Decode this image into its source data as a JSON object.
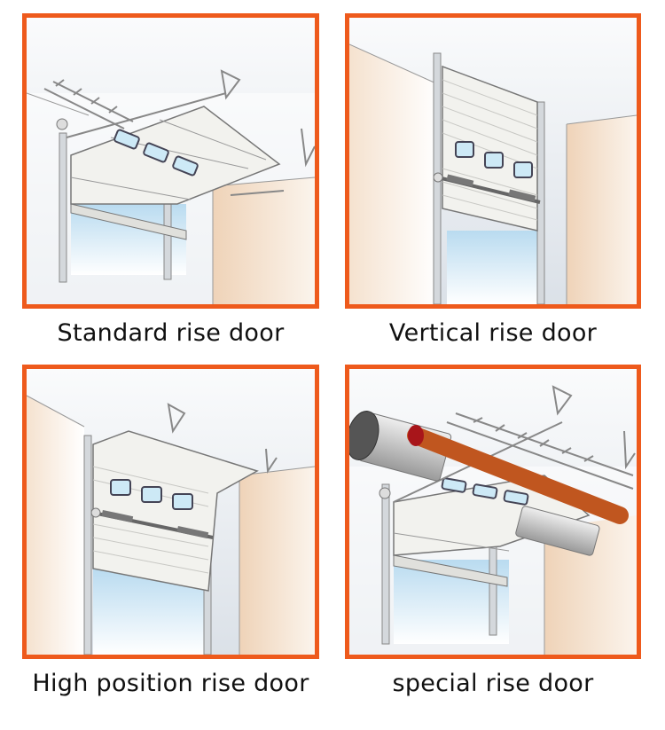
{
  "colors": {
    "frame": "#ee5a1c",
    "text": "#111111",
    "ceiling": "#e4e8ee",
    "wall": "#f2dcc5",
    "sky": "#c5e2f3",
    "pipe": "#c0561f"
  },
  "panels": [
    {
      "caption": "Standard rise door",
      "illustration": "standard-rise-door-diagram"
    },
    {
      "caption": "Vertical rise door",
      "illustration": "vertical-rise-door-diagram"
    },
    {
      "caption": "High position rise door",
      "illustration": "high-position-rise-door-diagram"
    },
    {
      "caption": "special rise door",
      "illustration": "special-rise-door-diagram"
    }
  ]
}
